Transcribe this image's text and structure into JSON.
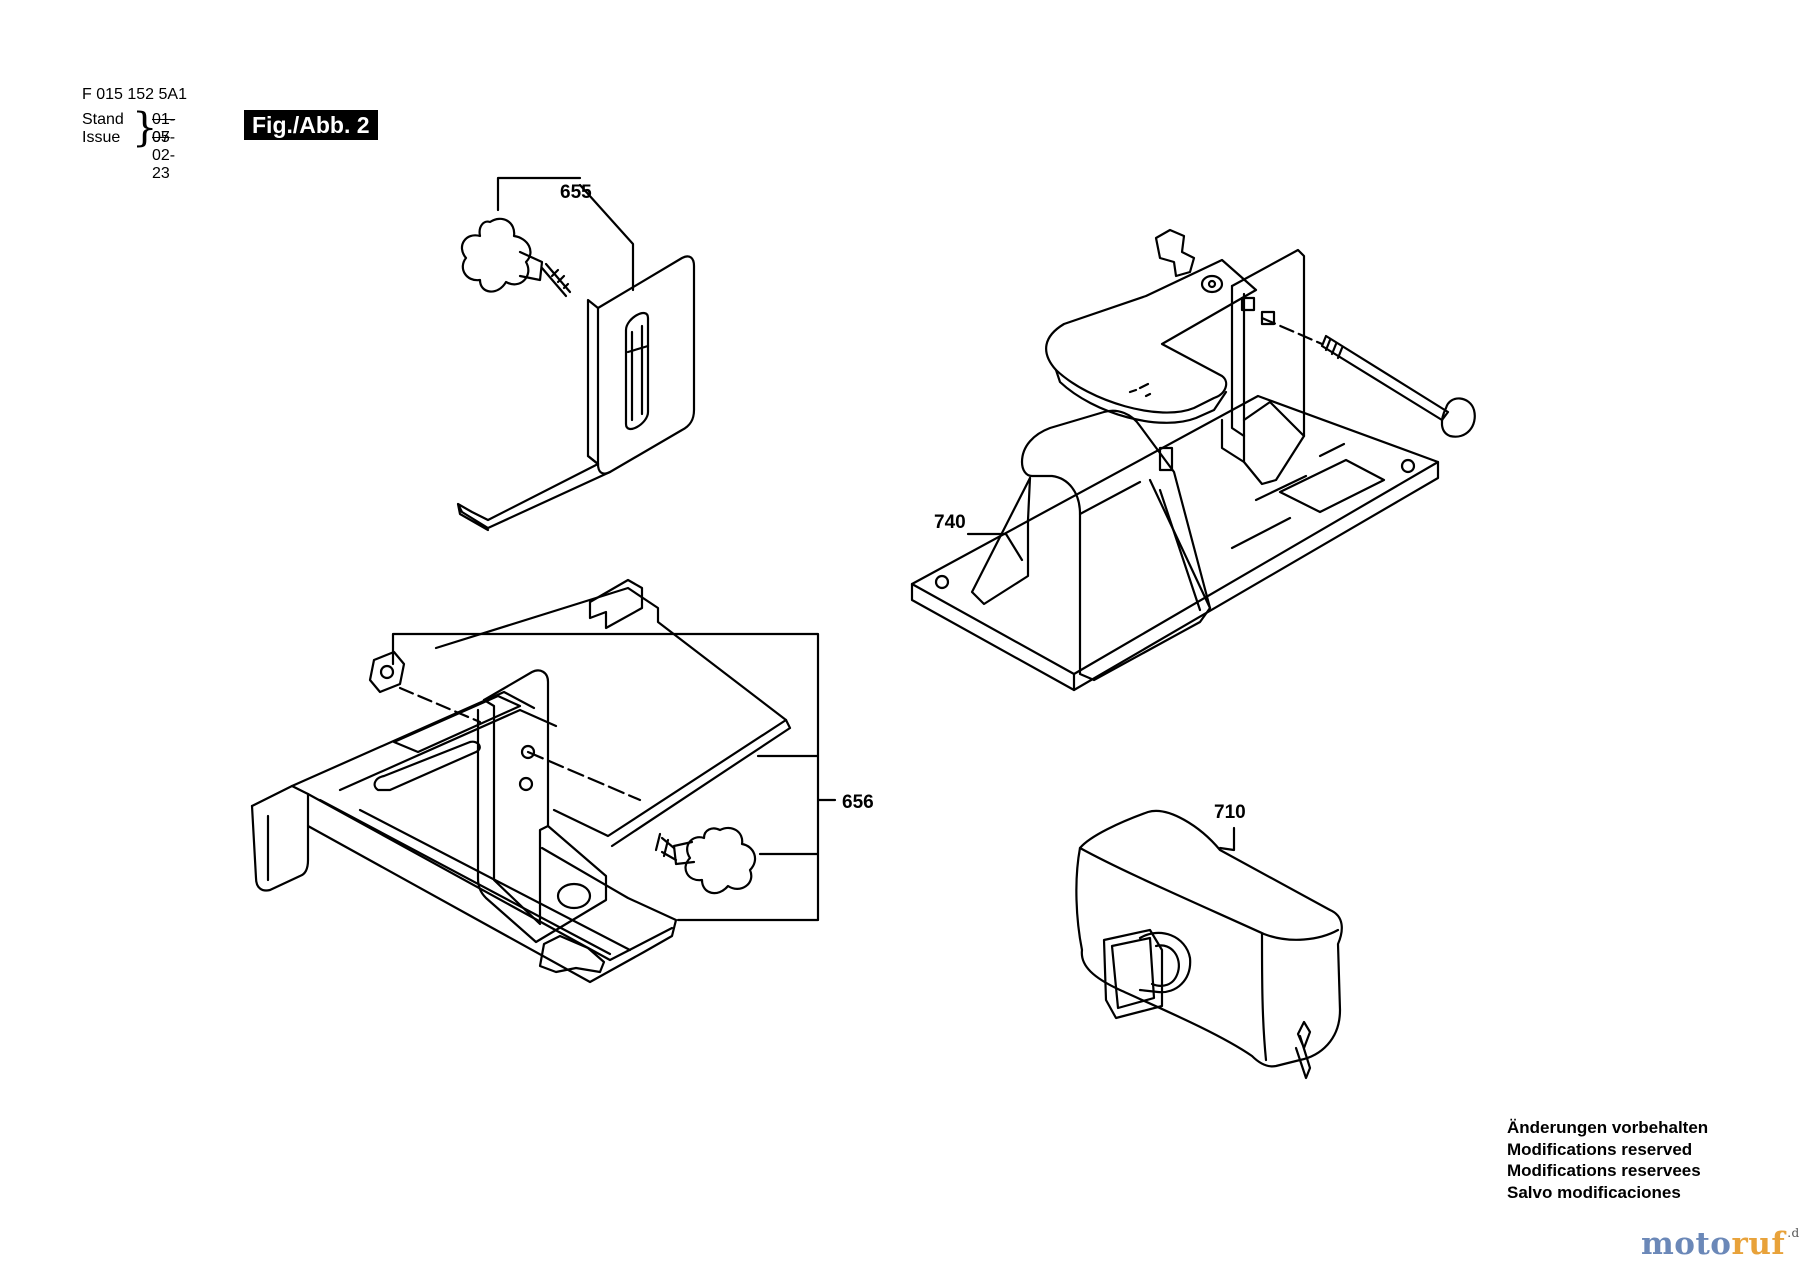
{
  "header": {
    "code": "F 015 152 5A1",
    "stand_label": "Stand",
    "issue_label": "Issue",
    "brace": "}",
    "stand_date": "01-07",
    "issue_date": "05-02-23",
    "fig_label": "Fig./Abb. 2"
  },
  "callouts": {
    "c655": "655",
    "c656": "656",
    "c740": "740",
    "c710": "710"
  },
  "notes": [
    "Änderungen vorbehalten",
    "Modifications reserved",
    "Modifications reservees",
    "Salvo modificaciones"
  ],
  "brand": {
    "part1": "moto",
    "part2": "ruf",
    "suffix": ".de",
    "colors": {
      "part1": "#6b88b8",
      "part2": "#e8a23a"
    }
  }
}
